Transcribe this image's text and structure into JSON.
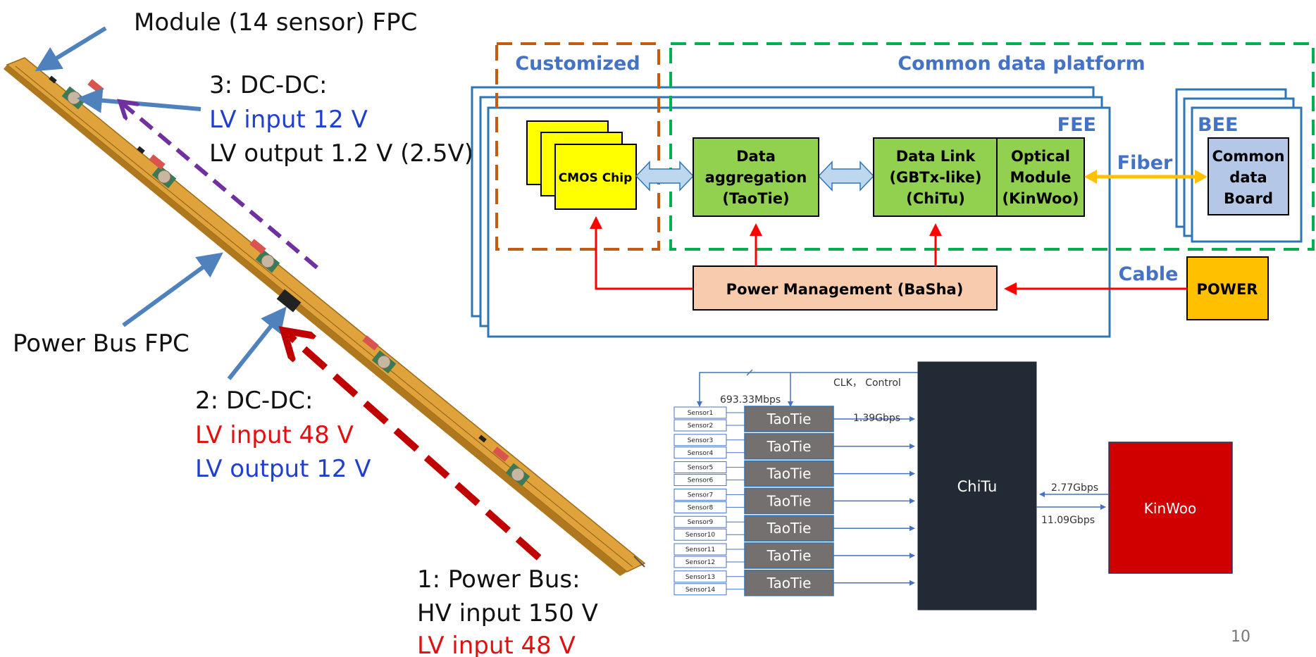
{
  "colors": {
    "blue_text": "#1f3fcc",
    "red_text": "#e01010",
    "heading_blue": "#4472c4",
    "box_green": "#92d050",
    "box_yellow": "#ffff00",
    "box_peach": "#f8cbad",
    "box_gold": "#ffc000",
    "box_lightblue": "#b4c7e7",
    "dash_orange": "#c55a11",
    "dash_green": "#00b050",
    "frame_blue": "#2e75b6",
    "arrow_red": "#ff0000",
    "taotie_gray": "#747070",
    "chitu_dark": "#222a35",
    "kinwoo_red": "#d00000",
    "purple": "#7030a0"
  },
  "left": {
    "module_fpc": "Module (14 sensor) FPC",
    "dcdc3_title": "3: DC-DC:",
    "dcdc3_in": "LV input 12 V",
    "dcdc3_out": "LV output 1.2 V (2.5V)",
    "power_bus_fpc": "Power Bus FPC",
    "dcdc2_title": "2: DC-DC:",
    "dcdc2_in": "LV input 48 V",
    "dcdc2_out": "LV output 12 V",
    "bus1_title": "1: Power Bus:",
    "bus1_hv": "HV input 150 V",
    "bus1_lv": "LV input 48 V"
  },
  "block": {
    "customized": "Customized",
    "common_platform": "Common data platform",
    "fee": "FEE",
    "bee": "BEE",
    "cmos": "CMOS Chip",
    "aggregation": [
      "Data",
      "aggregation",
      "(TaoTie)"
    ],
    "datalink": [
      "Data Link",
      "(GBTx-like)",
      "(ChiTu)"
    ],
    "optical": [
      "Optical",
      "Module",
      "(KinWoo)"
    ],
    "fiber": "Fiber",
    "common_board": [
      "Common",
      "data",
      "Board"
    ],
    "cable": "Cable",
    "power_mgmt": "Power Management (BaSha)",
    "power": "POWER"
  },
  "readout": {
    "clk_control": "CLK， Control",
    "rate_sensor": "693.33Mbps",
    "rate_taotie": "1.39Gbps",
    "taotie_label": "TaoTie",
    "chitu": "ChiTu",
    "kinwoo": "KinWoo",
    "rate_down": "2.77Gbps",
    "rate_up": "11.09Gbps",
    "sensors": [
      "Sensor1",
      "Sensor2",
      "Sensor3",
      "Sensor4",
      "Sensor5",
      "Sensor6",
      "Sensor7",
      "Sensor8",
      "Sensor9",
      "Sensor10",
      "Sensor11",
      "Sensor12",
      "Sensor13",
      "Sensor14"
    ]
  },
  "page_number": "10"
}
